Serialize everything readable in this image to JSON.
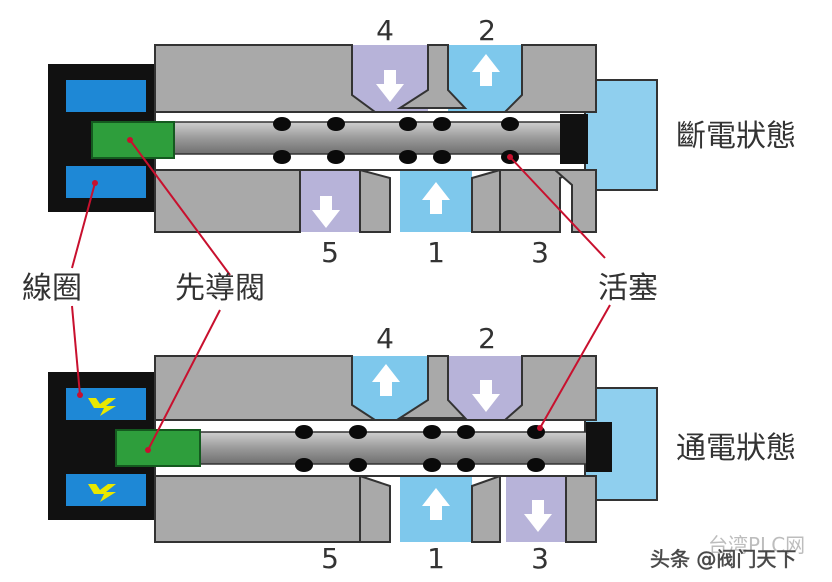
{
  "labels": {
    "coil": "線圈",
    "pilot_valve": "先導閥",
    "piston": "活塞",
    "state_off": "斷電狀態",
    "state_on": "通電狀態"
  },
  "ports": {
    "p4": "4",
    "p2": "2",
    "p5": "5",
    "p1": "1",
    "p3": "3"
  },
  "watermark": "头条 @阀门天下",
  "watermark_partial": "台湾PLC网",
  "colors": {
    "body_gray": "#a9a9a9",
    "coil_black": "#111111",
    "coil_blue": "#1e88d6",
    "pilot_green": "#2e9e3c",
    "rod_gray": "#8a8a8a",
    "lavender": "#b7b3d9",
    "light_blue": "#7ec8ec",
    "leader_red": "#c8102e",
    "arrow_yellow": "#e8e800"
  }
}
